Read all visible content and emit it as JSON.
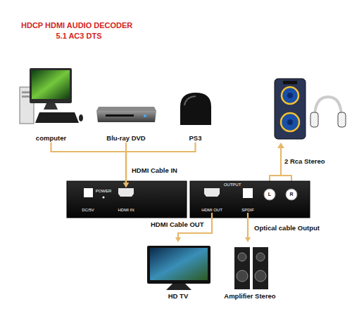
{
  "diagram": {
    "title": "HDCP HDMI AUDIO DECODER",
    "nodes": [
      {
        "text": [
          "computer"
        ]
      },
      {
        "text": [
          "Blu-ray DVD"
        ]
      },
      {
        "text": [
          "PS3"
        ]
      },
      {
        "text": [
          "DC/5V",
          "POWER"
        ]
      },
      {
        "text": [
          "HDMI IN"
        ],
        "in": 3
      },
      {
        "text": [
          "OUTPUT",
          "L",
          "R"
        ]
      },
      {
        "text": [
          "HDMI OUT"
        ],
        "in": 5
      },
      {
        "text": [
          "SPDIF"
        ],
        "in": 5
      },
      {
        "text": [
          "HD TV"
        ]
      },
      {
        "text": [
          "Amplifier Stereo"
        ]
      }
    ],
    "edges": [
      {
        "from": 0,
        "to": 4,
        "arrow": "to"
      },
      {
        "from": 1,
        "to": 4,
        "label": "HDMI Cable IN",
        "arrow": "to"
      },
      {
        "from": 2,
        "to": 4,
        "arrow": "to"
      },
      {
        "from": 6,
        "to": 8,
        "label": "HDMI Cable OUT",
        "arrow": "to"
      },
      {
        "from": 7,
        "to": 9,
        "label": "Optical cable Output",
        "arrow": "to"
      }
    ],
    "labels": [
      "5.1 AC3 DTS",
      "2 Rca Stereo"
    ]
  }
}
